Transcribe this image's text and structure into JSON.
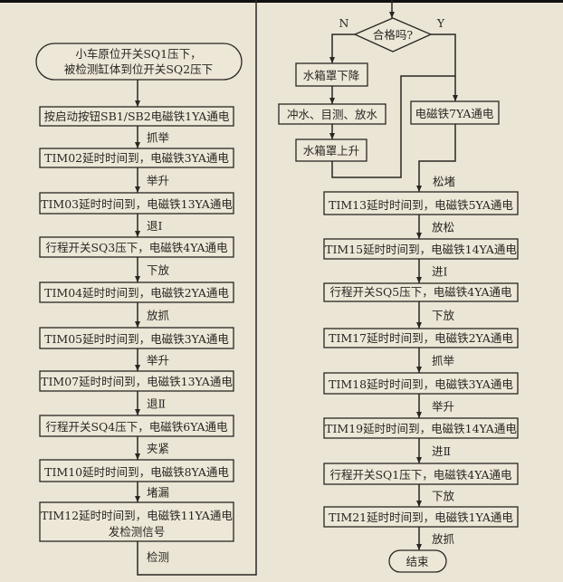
{
  "colors": {
    "background": "#ebe5d6",
    "ink": "#2a2622"
  },
  "left": {
    "start": [
      "小车原位开关SQ1压下，",
      "被检测缸体到位开关SQ2压下"
    ],
    "steps": [
      {
        "box": "按启动按钮SB1/SB2电磁铁1YA通电",
        "label": "抓举"
      },
      {
        "box": "TIM02延时时间到，电磁铁3YA通电",
        "label": "举升"
      },
      {
        "box": "TIM03延时时间到，电磁铁13YA通电",
        "label": "退Ⅰ"
      },
      {
        "box": "行程开关SQ3压下，电磁铁4YA通电",
        "label": "下放"
      },
      {
        "box": "TIM04延时时间到，电磁铁2YA通电",
        "label": "放抓"
      },
      {
        "box": "TIM05延时时间到，电磁铁3YA通电",
        "label": "举升"
      },
      {
        "box": "TIM07延时时间到，电磁铁13YA通电",
        "label": "退Ⅱ"
      },
      {
        "box": "行程开关SQ4压下，电磁铁6YA通电",
        "label": "夹紧"
      },
      {
        "box": "TIM10延时时间到，电磁铁8YA通电",
        "label": "堵漏"
      }
    ],
    "last_box": [
      "TIM12延时时间到，电磁铁11YA通电",
      "发检测信号"
    ],
    "last_label": "检测"
  },
  "right": {
    "decision": "合格吗?",
    "no": "N",
    "yes": "Y",
    "no_branch": [
      "水箱罩下降",
      "冲水、目测、放水",
      "水箱罩上升"
    ],
    "yes_box": "电磁铁7YA通电",
    "merge_label": "松堵",
    "steps": [
      {
        "box": "TIM13延时时间到，电磁铁5YA通电",
        "label": "放松"
      },
      {
        "box": "TIM15延时时间到，电磁铁14YA通电",
        "label": "进Ⅰ"
      },
      {
        "box": "行程开关SQ5压下，电磁铁4YA通电",
        "label": "下放"
      },
      {
        "box": "TIM17延时时间到，电磁铁2YA通电",
        "label": "抓举"
      },
      {
        "box": "TIM18延时时间到，电磁铁3YA通电",
        "label": "举升"
      },
      {
        "box": "TIM19延时时间到，电磁铁14YA通电",
        "label": "进Ⅱ"
      },
      {
        "box": "行程开关SQ1压下，电磁铁4YA通电",
        "label": "下放"
      },
      {
        "box": "TIM21延时时间到，电磁铁1YA通电",
        "label": "放抓"
      }
    ],
    "end": "结束"
  }
}
